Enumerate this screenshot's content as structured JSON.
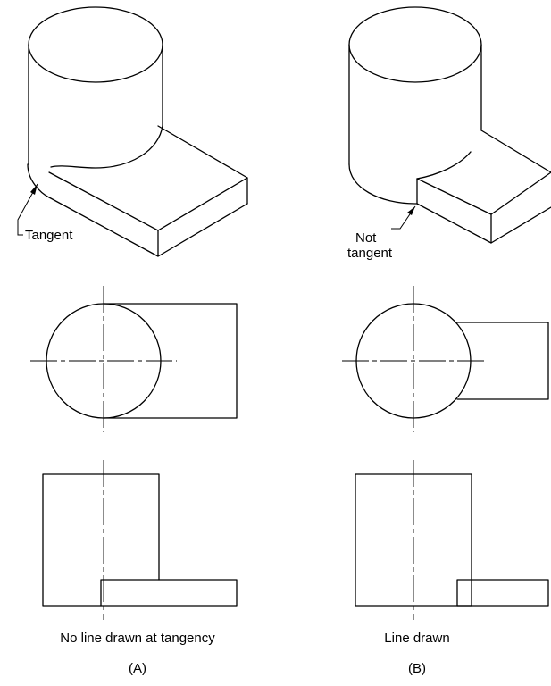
{
  "labels": {
    "tangent": "Tangent",
    "not_tangent_line1": "Not",
    "not_tangent_line2": "tangent",
    "caption_a": "No line drawn at  tangency",
    "caption_b": "Line drawn",
    "id_a": "(A)",
    "id_b": "(B)"
  }
}
